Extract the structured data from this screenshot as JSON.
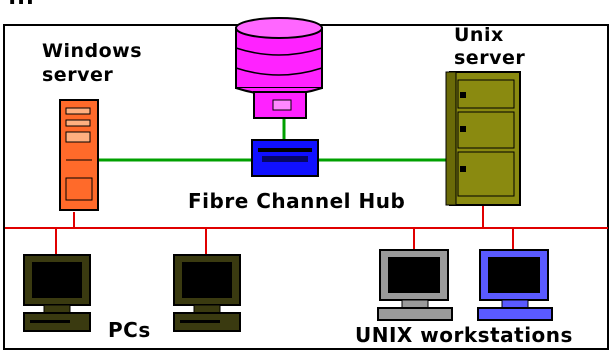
{
  "title_fragment": "...",
  "labels": {
    "windows_server_line1": "Windows",
    "windows_server_line2": "server",
    "unix_server_line1": "Unix",
    "unix_server_line2": "server",
    "hub": "Fibre Channel Hub",
    "pcs": "PCs",
    "unix_workstations": "UNIX workstations"
  },
  "colors": {
    "fibre_link": "#00a000",
    "lan_link": "#e00000",
    "windows_server": "#ff6a2a",
    "storage": "#ff22ff",
    "hub": "#1010ff",
    "unix_server": "#8a8a10",
    "pc": "#3a3a10",
    "unix_ws_gray": "#9a9a9a",
    "unix_ws_blue": "#5a5aff"
  },
  "icons": [
    "windows-server-icon",
    "storage-disk-icon",
    "fibre-hub-icon",
    "unix-server-icon",
    "pc-icon",
    "unix-workstation-icon"
  ]
}
